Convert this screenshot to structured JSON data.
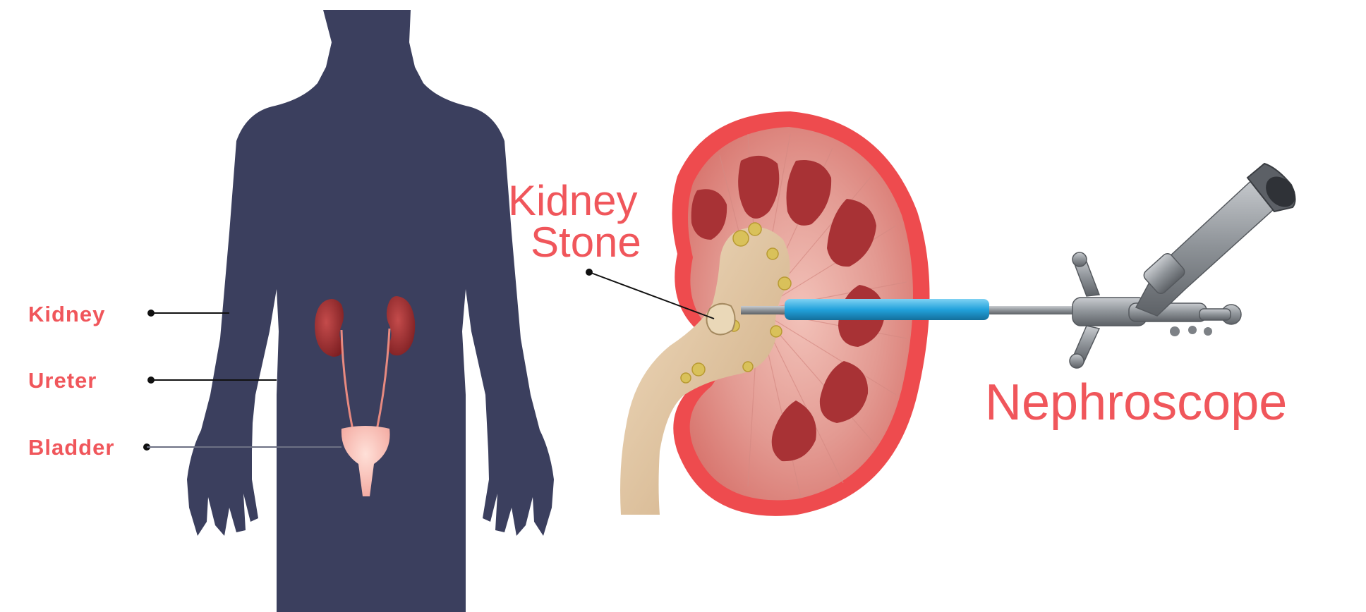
{
  "labels": {
    "kidney": "Kidney",
    "ureter": "Ureter",
    "bladder": "Bladder",
    "kidney_stone_line1": "Kidney",
    "kidney_stone_line2": "Stone",
    "nephroscope": "Nephroscope"
  },
  "colors": {
    "silhouette": "#3b3f5e",
    "label_red": "#f0565b",
    "kidney_outer": "#ee4b4e",
    "kidney_inner": "#c9494c",
    "pyramid": "#a83235",
    "pelvis": "#e2c7a2",
    "stone": "#d9c15a",
    "sheath_blue": "#2aa7df",
    "steel": "#8d9196"
  }
}
